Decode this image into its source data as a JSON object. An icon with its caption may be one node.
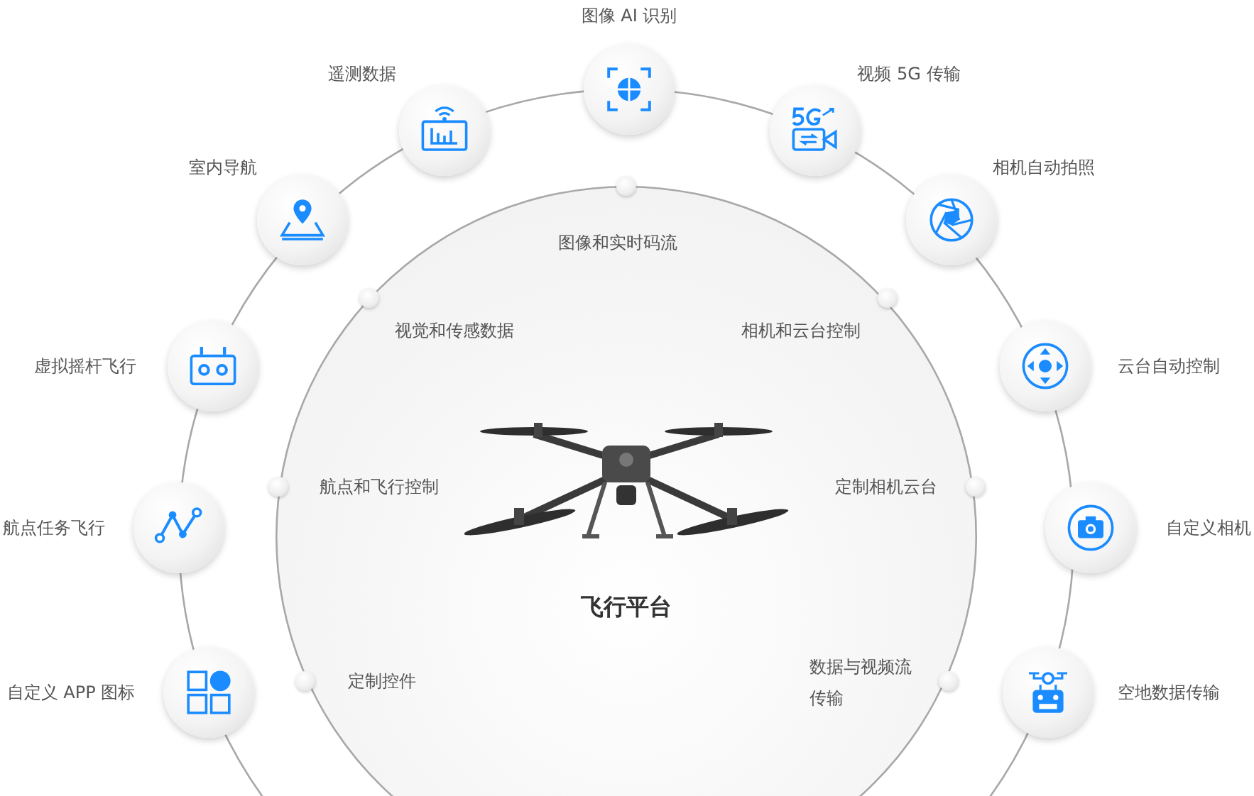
{
  "diagram": {
    "nodes": [
      {
        "text": [],
        "shape": "circle",
        "beside": [
          "自定义 APP 图标"
        ]
      },
      {
        "text": [],
        "shape": "circle",
        "beside": [
          "航点任务飞行"
        ]
      },
      {
        "text": [],
        "shape": "circle",
        "beside": [
          "虚拟摇杆飞行"
        ]
      },
      {
        "text": [],
        "shape": "circle",
        "beside": [
          "室内导航"
        ]
      },
      {
        "text": [],
        "shape": "circle",
        "beside": [
          "遥测数据"
        ]
      },
      {
        "text": [],
        "shape": "circle",
        "beside": [
          "图像 AI 识别"
        ]
      },
      {
        "text": [],
        "shape": "circle",
        "beside": [
          "视频 5G 传输"
        ]
      },
      {
        "text": [],
        "shape": "circle",
        "beside": [
          "相机自动拍照"
        ]
      },
      {
        "text": [],
        "shape": "circle",
        "beside": [
          "云台自动控制"
        ]
      },
      {
        "text": [],
        "shape": "circle",
        "beside": [
          "自定义相机"
        ]
      },
      {
        "text": [],
        "shape": "circle",
        "beside": [
          "空地数据传输"
        ]
      },
      {
        "text": [
          "飞行平台"
        ]
      }
    ],
    "labels": [
      "图像和实时码流",
      "视觉和传感数据",
      "相机和云台控制",
      "航点和飞行控制",
      "定制相机云台",
      "数据与视频流传输",
      "定制控件"
    ]
  }
}
